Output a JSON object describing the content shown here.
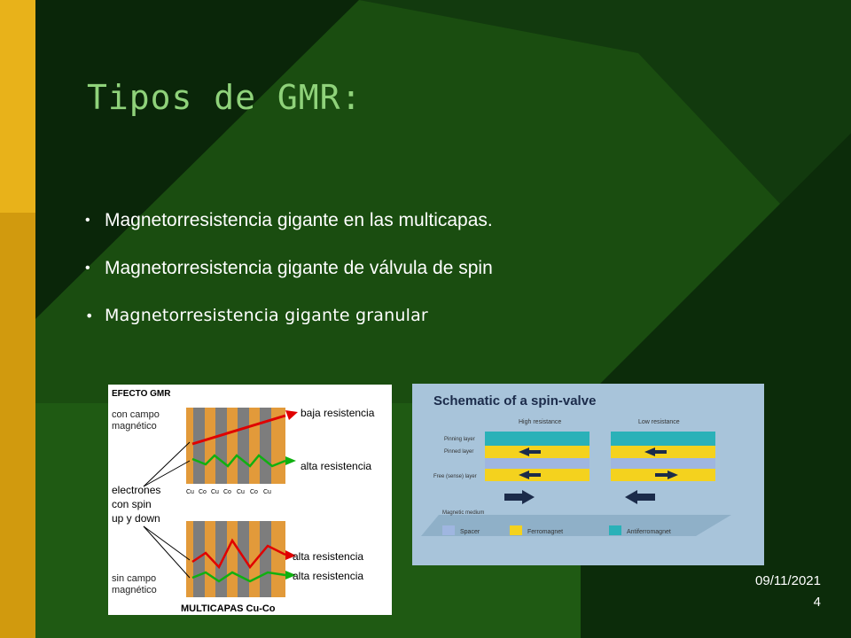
{
  "slide": {
    "title": "Tipos de GMR:",
    "bullets": [
      "Magnetorresistencia gigante en las multicapas.",
      "Magnetorresistencia gigante de válvula de spin",
      "Magnetorresistencia gigante granular"
    ],
    "date": "09/11/2021",
    "page_number": "4"
  },
  "figure_gmr": {
    "title": "EFECTO GMR",
    "label_with_field_1": "con campo",
    "label_with_field_2": "magnético",
    "label_low_resistance": "baja resistencia",
    "label_high_resistance": "alta resistencia",
    "layer_labels": [
      "Cu",
      "Co",
      "Cu",
      "Co",
      "Cu",
      "Co",
      "Cu"
    ],
    "electrons_1": "electrones",
    "electrons_2": "con spin",
    "electrons_3": "up y down",
    "label_no_field_1": "sin campo",
    "label_no_field_2": "magnético",
    "label_high_resistance_2": "alta resistencia",
    "label_high_resistance_3": "alta resistencia",
    "footer": "MULTICAPAS Cu-Co"
  },
  "figure_spinvalve": {
    "title": "Schematic of a spin-valve",
    "high": "High resistance",
    "low": "Low resistance",
    "pinning": "Pinning layer",
    "pinned": "Pinned layer",
    "free": "Free (sense) layer",
    "medium": "Magnetic medium",
    "legend": [
      "Spacer",
      "Ferromagnet",
      "Antiferromagnet"
    ]
  },
  "colors": {
    "left_bar_top": "#e8b21a",
    "left_bar_bottom": "#d19a0e",
    "title": "#8fd27a",
    "dark_green": "#0d2f0d",
    "mid_green": "#1c5a12"
  }
}
